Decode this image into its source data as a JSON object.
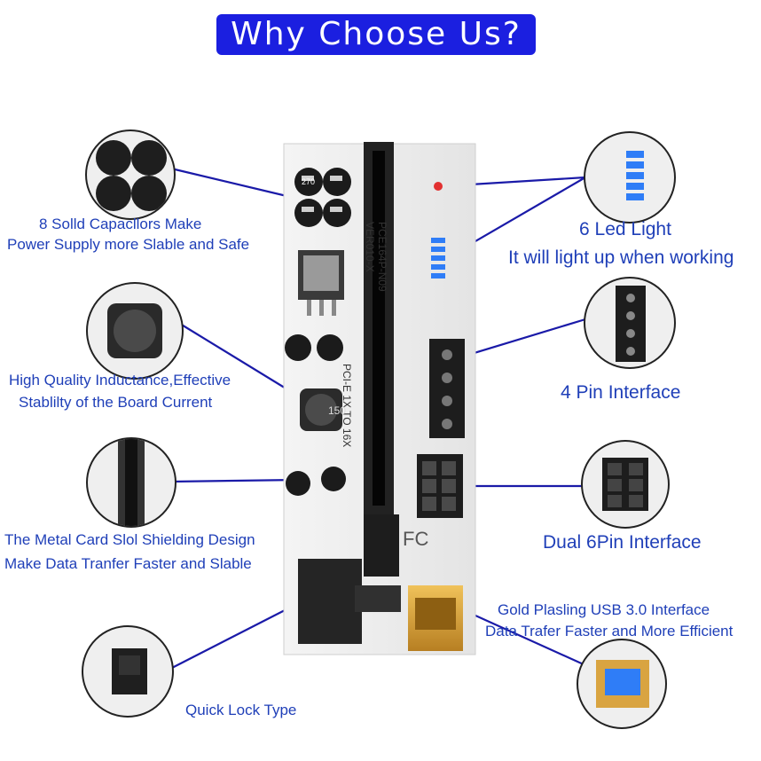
{
  "title": "Why Choose Us?",
  "features": {
    "capacitors": {
      "line1": "8 Solld Capacllors Make",
      "line2": "Power Supply more Slable and Safe"
    },
    "led": {
      "line1": "6 Led Light",
      "line2": "It will light up when working"
    },
    "four_pin": {
      "line1": "4 Pin Interface"
    },
    "inductance": {
      "line1": "High Quality Inductance,Effective",
      "line2": "Stablilty of the Board Current"
    },
    "metal_slot": {
      "line1": "The Metal Card Slol Shielding Design",
      "line2": "Make Data Tranfer Faster and Slable"
    },
    "dual_6pin": {
      "line1": "Dual 6Pin Interface"
    },
    "usb": {
      "line1": "Gold Plasling USB 3.0 Interface",
      "line2": "Data Trafer Faster and More Efficient"
    },
    "quick_lock": {
      "line1": "Quick Lock Type"
    }
  },
  "board": {
    "model_line1": "PCE164P-N09",
    "model_line2": "VER010-X",
    "slot_label": "PCI-E 1X TO 16X",
    "fcc": "FC",
    "inductor_code": "150",
    "capacitor_code": "270"
  },
  "colors": {
    "title_bg": "#1b1fe0",
    "label_text": "#1f3fb8",
    "connector_line": "#1a1aa8",
    "led_blue": "#2f7df7",
    "usb_gold": "#d9a441"
  }
}
